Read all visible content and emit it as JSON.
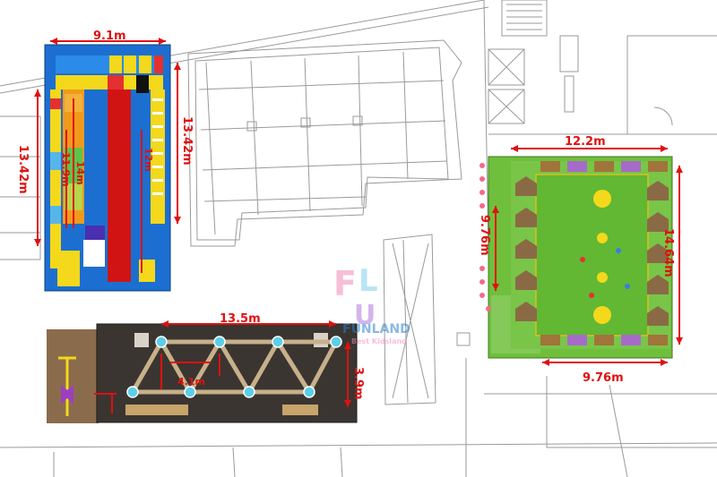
{
  "plans": {
    "left_top": {
      "width_label": "9.1m",
      "height_label_left": "13.42m",
      "height_label_right": "13.42m",
      "inner_label_a": "14m",
      "inner_label_b": "11.9m",
      "inner_label_c": "12m"
    },
    "right": {
      "width_label_top": "12.2m",
      "width_label_bottom": "9.76m",
      "height_label_left": "9.76m",
      "height_label_right": "14.64m"
    },
    "bottom_left": {
      "width_label": "13.5m",
      "height_label": "3.9m",
      "inner_label": "4.1m"
    }
  },
  "watermark": {
    "brand": "FUNLAND",
    "tagline": "Best Kidsland"
  },
  "colors": {
    "dimension": "#e01010",
    "blue_zone": "#1c6fd1",
    "grass": "#6fbf3c",
    "dark_floor": "#3a3530"
  }
}
